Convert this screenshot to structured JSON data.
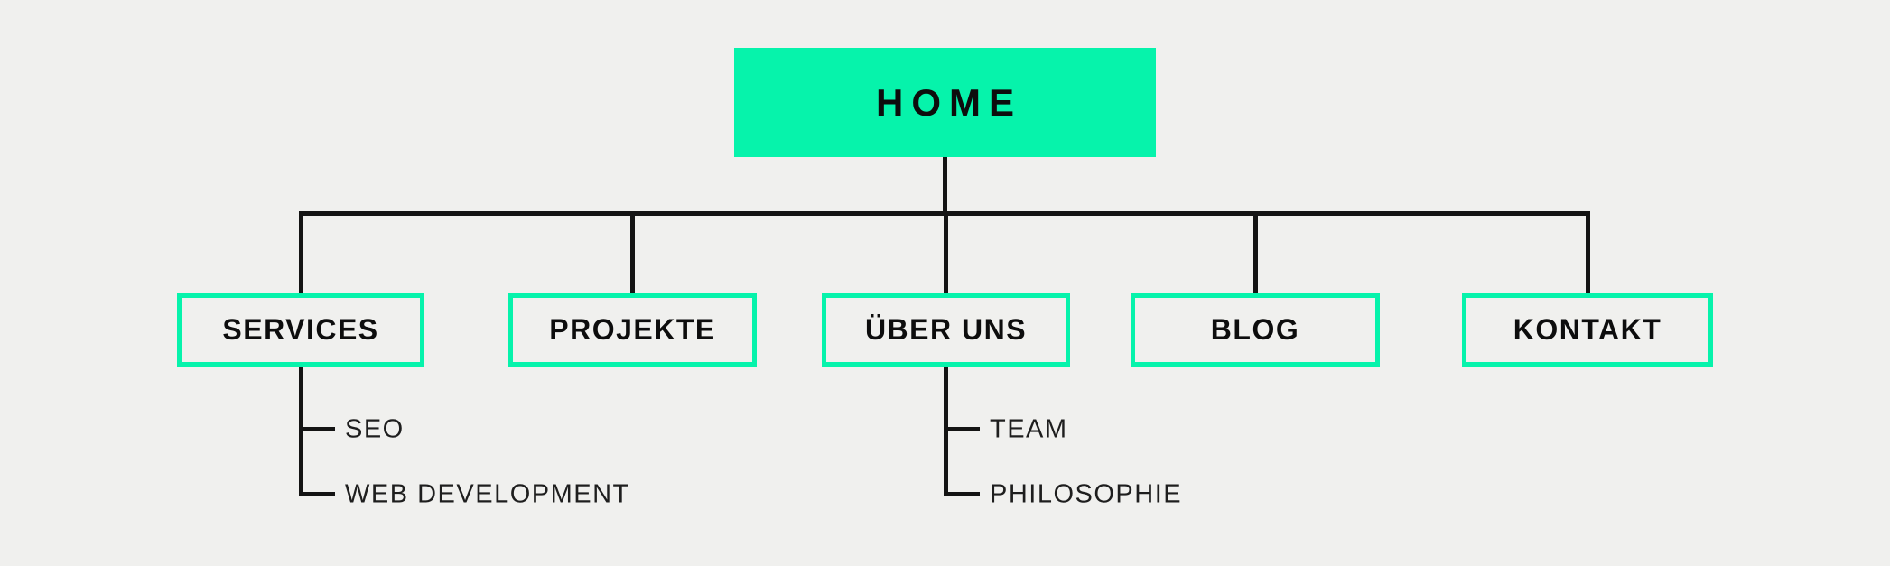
{
  "theme": {
    "background": "#f0f0ee",
    "accent": "#06f3ab",
    "line": "#141414",
    "label": "#0d0d0d",
    "sublabel": "#1e1e1e"
  },
  "sitemap": {
    "root": {
      "label": "HOME"
    },
    "nodes": [
      {
        "label": "SERVICES",
        "children": [
          "SEO",
          "WEB DEVELOPMENT"
        ]
      },
      {
        "label": "PROJEKTE",
        "children": []
      },
      {
        "label": "ÜBER UNS",
        "children": [
          "TEAM",
          "PHILOSOPHIE"
        ]
      },
      {
        "label": "BLOG",
        "children": []
      },
      {
        "label": "KONTAKT",
        "children": []
      }
    ]
  }
}
